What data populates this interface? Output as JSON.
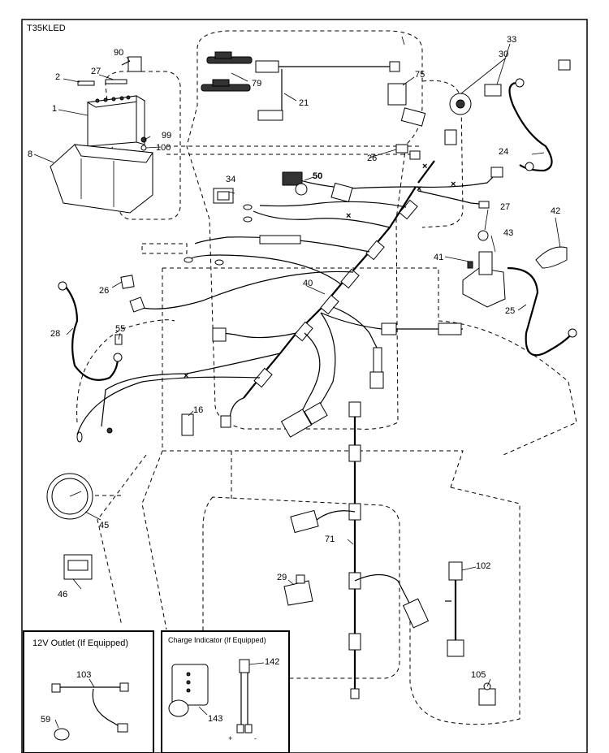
{
  "model": "T35KLED",
  "part_labels": {
    "p1": "1",
    "p2": "2",
    "p8": "8",
    "p16": "16",
    "p21": "21",
    "p24": "24",
    "p25": "25",
    "p26a": "26",
    "p26b": "26",
    "p27a": "27",
    "p27b": "27",
    "p28": "28",
    "p29": "29",
    "p30": "30",
    "p33": "33",
    "p34": "34",
    "p40": "40",
    "p41": "41",
    "p42": "42",
    "p43": "43",
    "p45": "45",
    "p46": "46",
    "p50": "50",
    "p55": "55",
    "p59": "59",
    "p71": "71",
    "p75": "75",
    "p79": "79",
    "p90": "90",
    "p99": "99",
    "p100": "100",
    "p102": "102",
    "p103": "103",
    "p105": "105",
    "p142": "142",
    "p143": "143"
  },
  "insets": {
    "outlet_title": "12V Outlet (If Equipped)",
    "charge_title": "Charge Indicator (If Equipped)",
    "plus_sign": "+",
    "minus_sign": "-"
  }
}
